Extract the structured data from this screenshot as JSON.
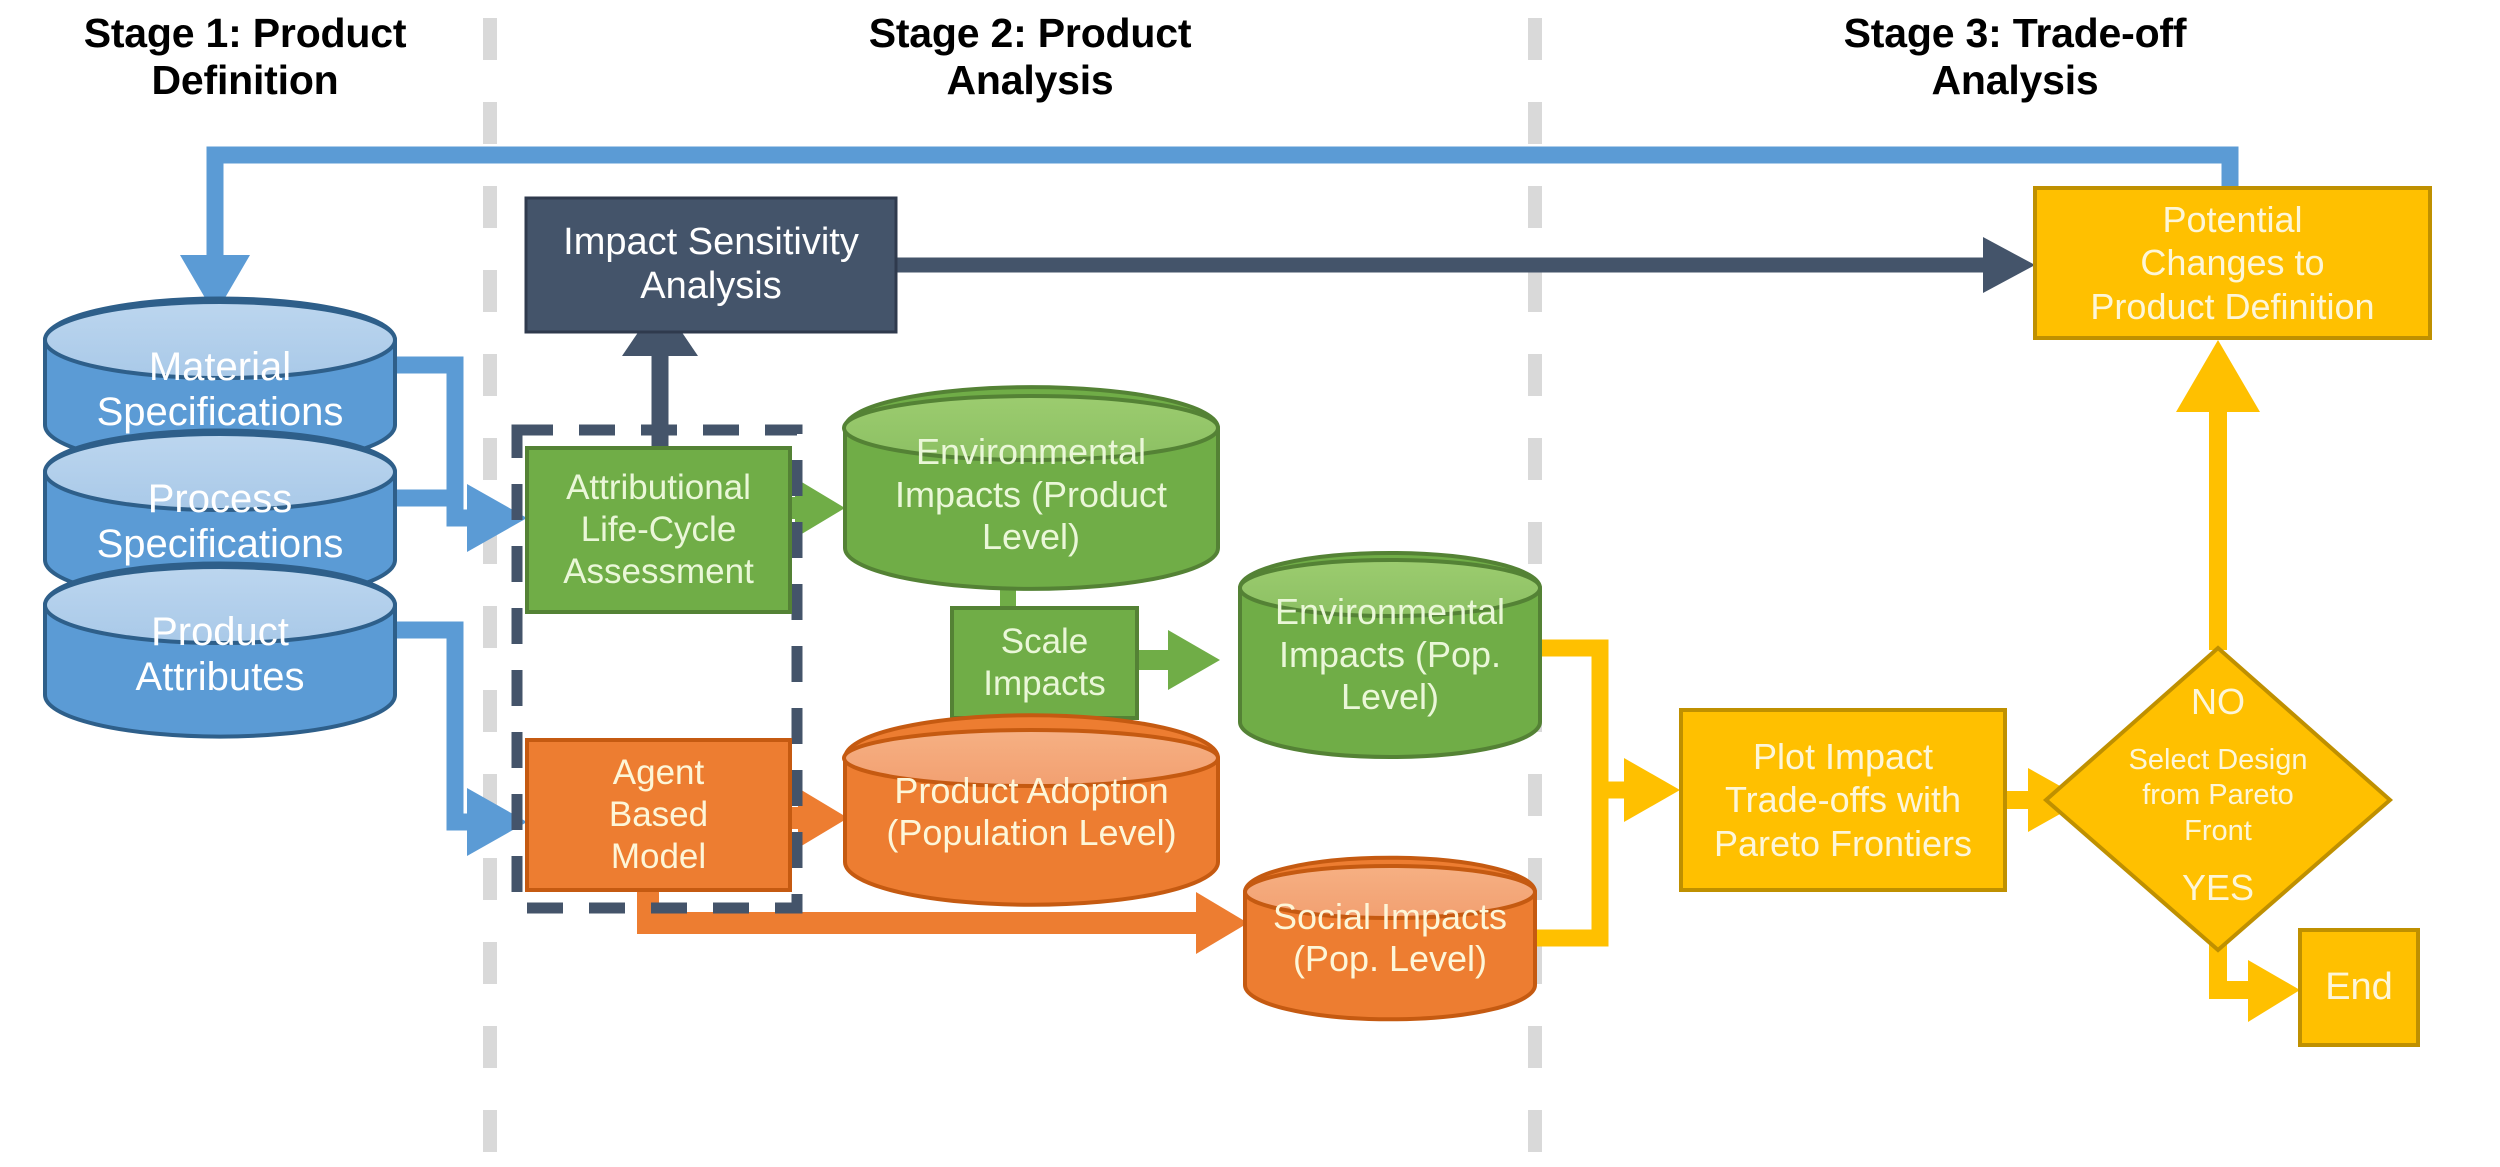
{
  "diagram": {
    "title": "Three-stage product sustainability assessment framework",
    "stages": [
      {
        "id": "stage1",
        "label": "Stage 1: Product\nDefinition"
      },
      {
        "id": "stage2",
        "label": "Stage 2: Product\nAnalysis"
      },
      {
        "id": "stage3",
        "label": "Stage 3: Trade-off\nAnalysis"
      }
    ],
    "stage_labels": {
      "stage1_line1": "Stage 1: Product",
      "stage1_line2": "Definition",
      "stage2_line1": "Stage 2: Product",
      "stage2_line2": "Analysis",
      "stage3_line1": "Stage 3: Trade-off",
      "stage3_line2": "Analysis"
    },
    "nodes": {
      "material_specifications": {
        "label": "Material\nSpecifications",
        "shape": "cylinder",
        "color": "#5b9bd5",
        "stage": 1
      },
      "process_specifications": {
        "label": "Process\nSpecifications",
        "shape": "cylinder",
        "color": "#5b9bd5",
        "stage": 1
      },
      "product_attributes": {
        "label": "Product\nAttributes",
        "shape": "cylinder",
        "color": "#5b9bd5",
        "stage": 1
      },
      "impact_sensitivity_analysis": {
        "label": "Impact Sensitivity\nAnalysis",
        "shape": "rect",
        "color": "#44546a",
        "stage": 2
      },
      "attributional_lca": {
        "label": "Attributional\nLife-Cycle\nAssessment",
        "shape": "rect",
        "color": "#70ad47",
        "stage": 2
      },
      "agent_based_model": {
        "label": "Agent\nBased\nModel",
        "shape": "rect",
        "color": "#ed7d31",
        "stage": 2
      },
      "environmental_impacts_product": {
        "label": "Environmental\nImpacts (Product\nLevel)",
        "shape": "cylinder",
        "color": "#70ad47",
        "stage": 2
      },
      "scale_impacts": {
        "label": "Scale\nImpacts",
        "shape": "rect",
        "color": "#70ad47",
        "stage": 2
      },
      "environmental_impacts_population": {
        "label": "Environmental\nImpacts (Pop.\nLevel)",
        "shape": "cylinder",
        "color": "#70ad47",
        "stage": 2
      },
      "product_adoption": {
        "label": "Product Adoption\n(Population Level)",
        "shape": "cylinder",
        "color": "#ed7d31",
        "stage": 2
      },
      "social_impacts": {
        "label": "Social Impacts\n(Pop. Level)",
        "shape": "cylinder",
        "color": "#ed7d31",
        "stage": 2
      },
      "plot_impact_tradeoffs": {
        "label": "Plot Impact\nTrade-offs with\nPareto Frontiers",
        "shape": "rect",
        "color": "#ffc000",
        "stage": 3
      },
      "select_design": {
        "label": "Select Design\nfrom Pareto\nFront",
        "shape": "diamond",
        "color": "#ffc000",
        "stage": 3,
        "branch_no": "NO",
        "branch_yes": "YES"
      },
      "potential_changes": {
        "label": "Potential\nChanges to\nProduct Definition",
        "shape": "rect",
        "color": "#ffc000",
        "stage": 3
      },
      "end": {
        "label": "End",
        "shape": "rect",
        "color": "#ffc000",
        "stage": 3
      }
    },
    "node_text": {
      "material_specifications_l1": "Material",
      "material_specifications_l2": "Specifications",
      "process_specifications_l1": "Process",
      "process_specifications_l2": "Specifications",
      "product_attributes_l1": "Product",
      "product_attributes_l2": "Attributes",
      "impact_sensitivity_l1": "Impact Sensitivity",
      "impact_sensitivity_l2": "Analysis",
      "alca_l1": "Attributional",
      "alca_l2": "Life-Cycle",
      "alca_l3": "Assessment",
      "abm_l1": "Agent",
      "abm_l2": "Based",
      "abm_l3": "Model",
      "env_product_l1": "Environmental",
      "env_product_l2": "Impacts (Product",
      "env_product_l3": "Level)",
      "scale_impacts_l1": "Scale",
      "scale_impacts_l2": "Impacts",
      "env_pop_l1": "Environmental",
      "env_pop_l2": "Impacts (Pop.",
      "env_pop_l3": "Level)",
      "adoption_l1": "Product Adoption",
      "adoption_l2": "(Population Level)",
      "social_l1": "Social Impacts",
      "social_l2": "(Pop. Level)",
      "plot_l1": "Plot Impact",
      "plot_l2": "Trade-offs with",
      "plot_l3": "Pareto Frontiers",
      "diamond_no": "NO",
      "diamond_l1": "Select Design",
      "diamond_l2": "from Pareto",
      "diamond_l3": "Front",
      "diamond_yes": "YES",
      "potential_l1": "Potential",
      "potential_l2": "Changes to",
      "potential_l3": "Product Definition",
      "end_label": "End"
    },
    "edges": [
      {
        "from": "potential_changes",
        "to": "material_specifications",
        "color": "#5b9bd5",
        "style": "feedback-top"
      },
      {
        "from": "material_specifications",
        "to": "attributional_lca",
        "color": "#5b9bd5"
      },
      {
        "from": "process_specifications",
        "to": "attributional_lca",
        "color": "#5b9bd5"
      },
      {
        "from": "product_attributes",
        "to": "agent_based_model",
        "color": "#5b9bd5"
      },
      {
        "from": "attributional_lca",
        "to": "impact_sensitivity_analysis",
        "color": "#44546a"
      },
      {
        "from": "impact_sensitivity_analysis",
        "to": "potential_changes",
        "color": "#44546a"
      },
      {
        "from": "attributional_lca",
        "to": "environmental_impacts_product",
        "color": "#70ad47"
      },
      {
        "from": "environmental_impacts_product",
        "to": "scale_impacts",
        "color": "#70ad47"
      },
      {
        "from": "scale_impacts",
        "to": "environmental_impacts_population",
        "color": "#70ad47"
      },
      {
        "from": "product_adoption",
        "to": "scale_impacts",
        "color": "#70ad47"
      },
      {
        "from": "agent_based_model",
        "to": "product_adoption",
        "color": "#ed7d31"
      },
      {
        "from": "agent_based_model",
        "to": "social_impacts",
        "color": "#ed7d31"
      },
      {
        "from": "environmental_impacts_population",
        "to": "plot_impact_tradeoffs",
        "color": "#ffc000"
      },
      {
        "from": "social_impacts",
        "to": "plot_impact_tradeoffs",
        "color": "#ffc000"
      },
      {
        "from": "plot_impact_tradeoffs",
        "to": "select_design",
        "color": "#ffc000"
      },
      {
        "from": "select_design",
        "to": "potential_changes",
        "color": "#ffc000",
        "label": "NO"
      },
      {
        "from": "select_design",
        "to": "end",
        "color": "#ffc000",
        "label": "YES"
      }
    ],
    "groups": [
      {
        "id": "model-group",
        "label": "",
        "style": "dashed",
        "color": "#44546a"
      }
    ],
    "colors": {
      "blue": "#5b9bd5",
      "blue_dark": "#2e74b5",
      "blue_light": "#a9c9e8",
      "green": "#70ad47",
      "green_dark": "#548235",
      "green_light": "#92c767",
      "orange": "#ed7d31",
      "orange_dark": "#c55a11",
      "orange_light": "#f4a873",
      "yellow": "#ffc000",
      "yellow_dark": "#bf9000",
      "slate": "#44546a",
      "divider": "#d9d9d9",
      "text_dark": "#000000"
    }
  }
}
